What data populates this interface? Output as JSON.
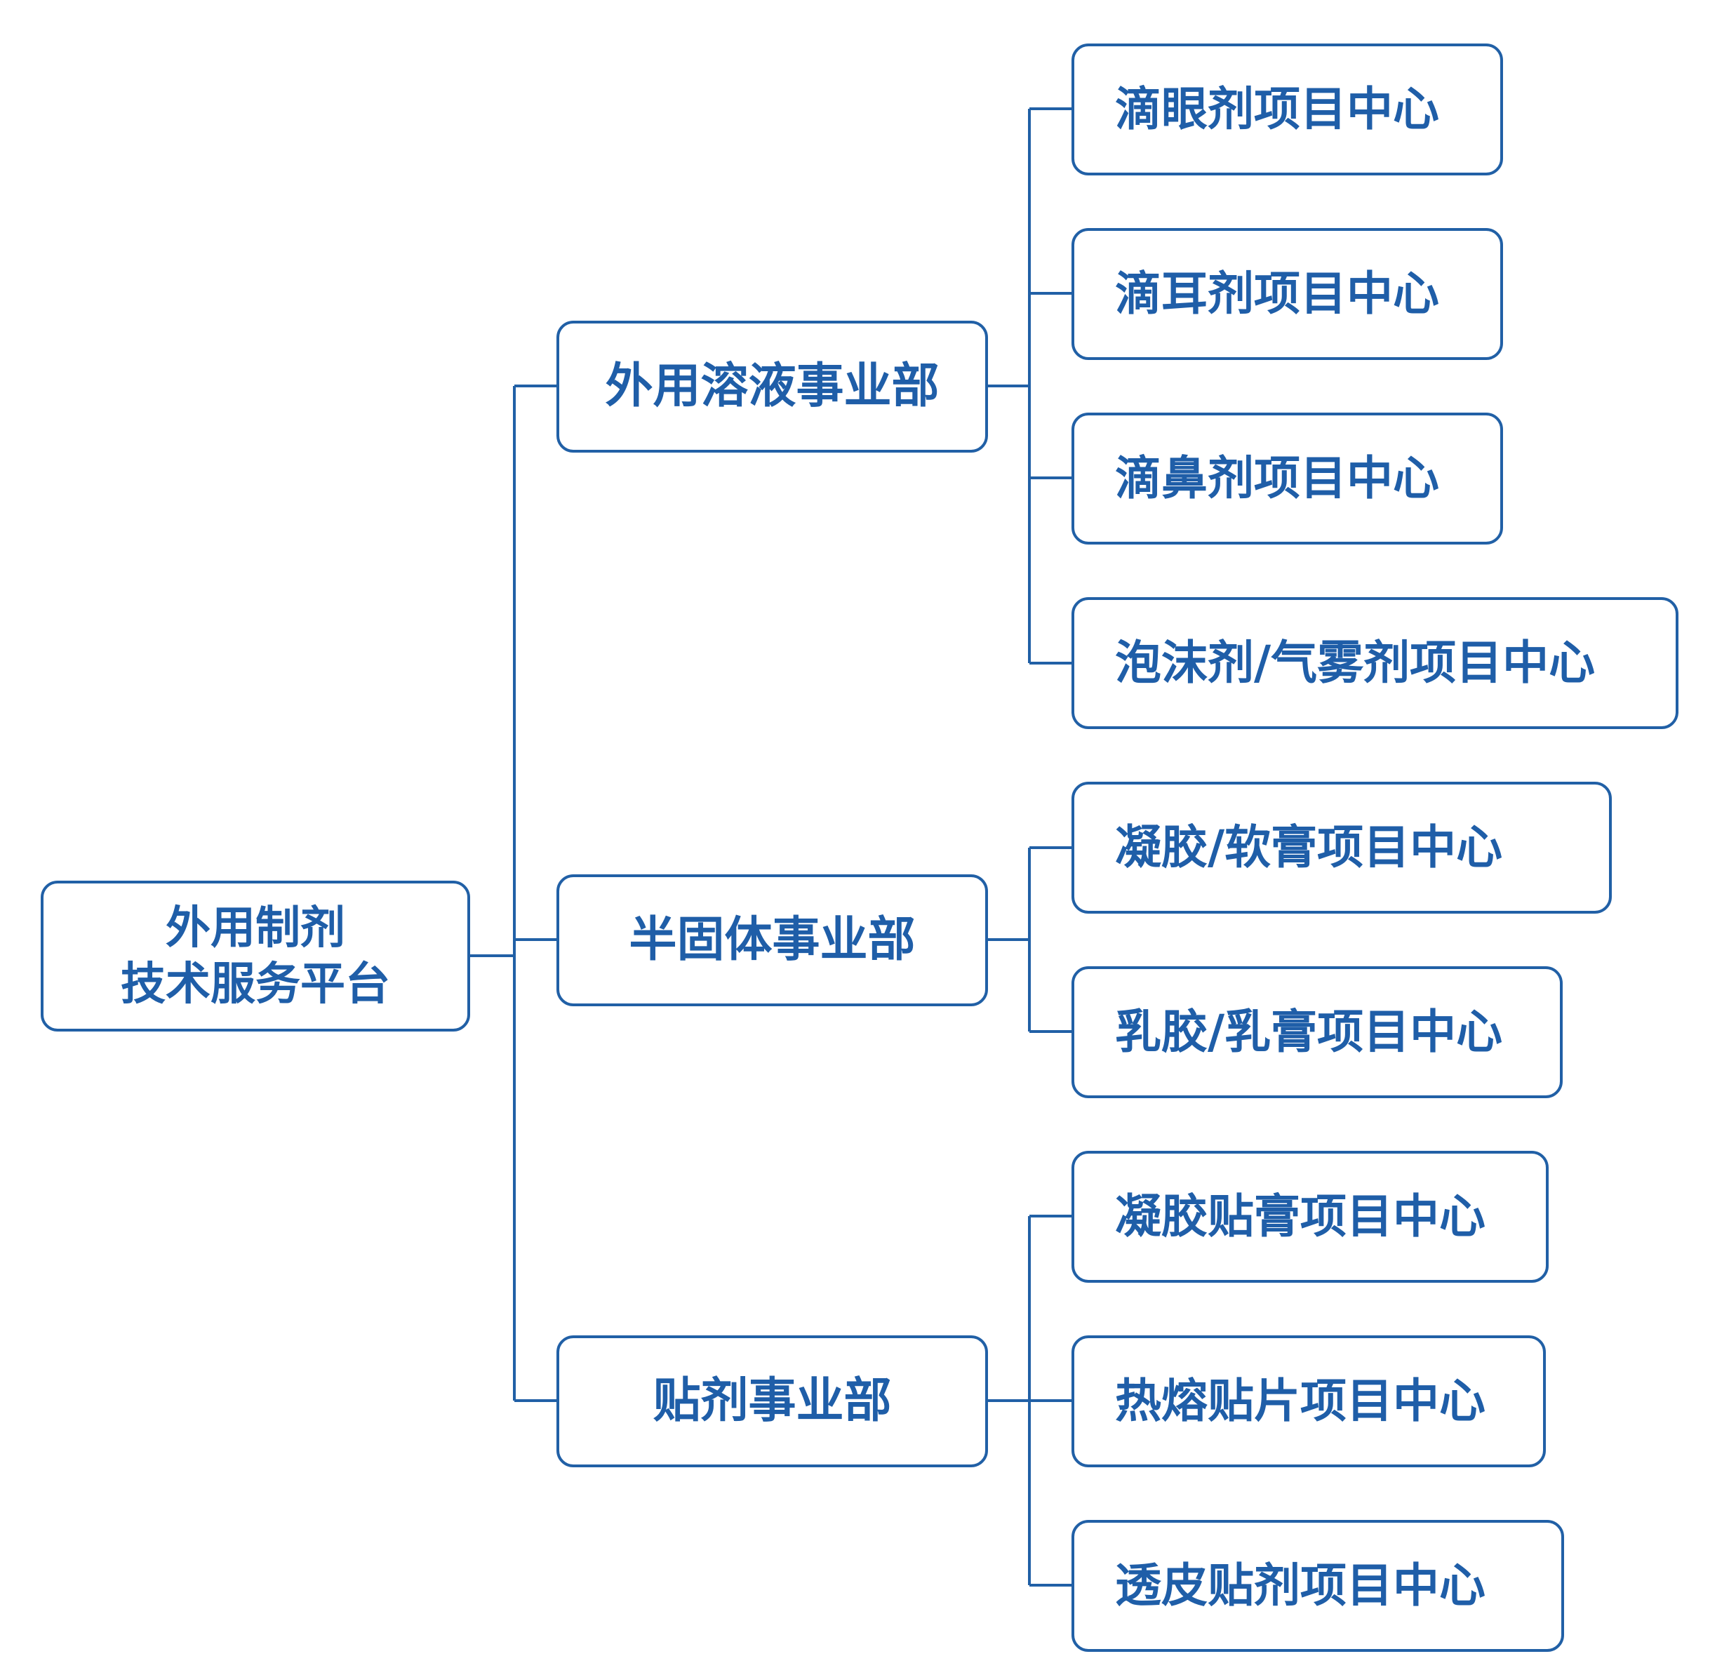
{
  "root": {
    "line1": "外用制剂",
    "line2": "技术服务平台"
  },
  "departments": [
    {
      "label": "外用溶液事业部",
      "centers": [
        "滴眼剂项目中心",
        "滴耳剂项目中心",
        "滴鼻剂项目中心",
        "泡沫剂/气雾剂项目中心"
      ]
    },
    {
      "label": "半固体事业部",
      "centers": [
        "凝胶/软膏项目中心",
        "乳胶/乳膏项目中心"
      ]
    },
    {
      "label": "贴剂事业部",
      "centers": [
        "凝胶贴膏项目中心",
        "热熔贴片项目中心",
        "透皮贴剂项目中心"
      ]
    }
  ],
  "colors": {
    "line": "#2160a6",
    "text": "#1f5ea8",
    "background": "#ffffff"
  }
}
